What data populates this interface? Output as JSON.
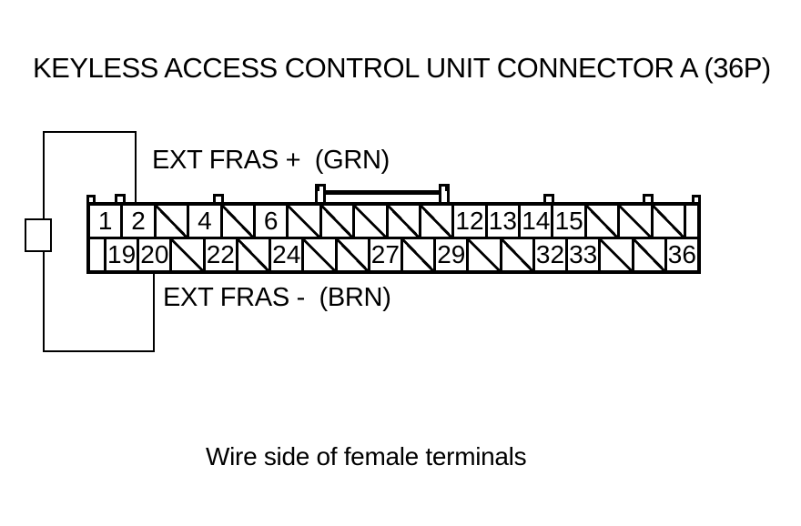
{
  "title": "KEYLESS ACCESS CONTROL UNIT CONNECTOR A (36P)",
  "wire_labels": {
    "plus": "EXT FRAS +  (GRN)",
    "minus": "EXT FRAS -  (BRN)"
  },
  "caption": "Wire side of female terminals",
  "colors": {
    "line": "#000000",
    "background": "#ffffff"
  },
  "connector": {
    "rows": [
      {
        "position": "top",
        "filler": "right",
        "cells": [
          {
            "pin": "1"
          },
          {
            "pin": "2"
          },
          {
            "hatched": true
          },
          {
            "pin": "4"
          },
          {
            "hatched": true
          },
          {
            "pin": "6"
          },
          {
            "hatched": true
          },
          {
            "hatched": true
          },
          {
            "hatched": true
          },
          {
            "hatched": true
          },
          {
            "hatched": true
          },
          {
            "pin": "12"
          },
          {
            "pin": "13"
          },
          {
            "pin": "14"
          },
          {
            "pin": "15"
          },
          {
            "hatched": true
          },
          {
            "hatched": true
          },
          {
            "hatched": true
          }
        ]
      },
      {
        "position": "bottom",
        "filler": "left",
        "cells": [
          {
            "pin": "19"
          },
          {
            "pin": "20"
          },
          {
            "hatched": true
          },
          {
            "pin": "22"
          },
          {
            "hatched": true
          },
          {
            "pin": "24"
          },
          {
            "hatched": true
          },
          {
            "hatched": true
          },
          {
            "pin": "27"
          },
          {
            "hatched": true
          },
          {
            "pin": "29"
          },
          {
            "hatched": true
          },
          {
            "hatched": true
          },
          {
            "pin": "32"
          },
          {
            "pin": "33"
          },
          {
            "hatched": true
          },
          {
            "hatched": true
          },
          {
            "pin": "36"
          }
        ]
      }
    ]
  }
}
